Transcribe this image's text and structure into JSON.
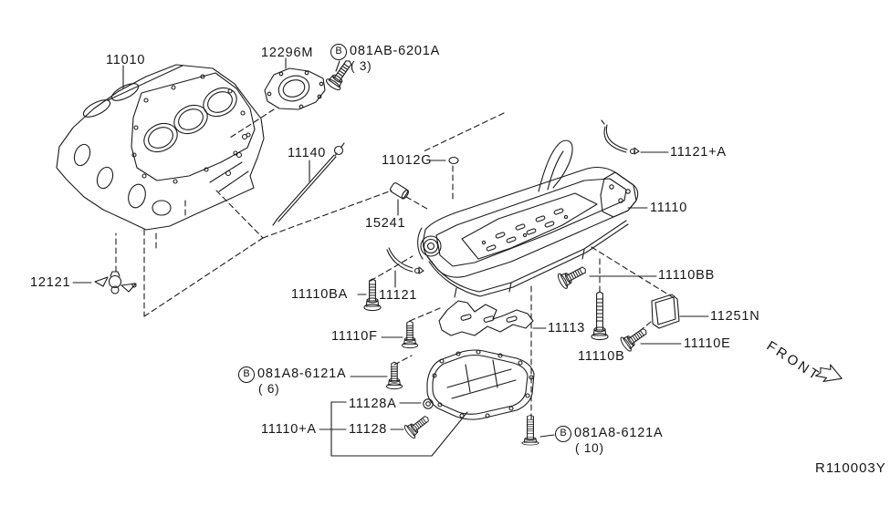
{
  "diagram": {
    "ref_code": "R110003Y",
    "front_label": "FRONT",
    "b_symbol": "B",
    "parts": {
      "cylinder_block": "11010",
      "seal_retainer": "12296M",
      "bolt_081ab6201a": "081AB-6201A",
      "bolt_081ab6201a_qty": "( 3)",
      "oil_level_gauge": "11140",
      "plug_11012g": "11012G",
      "connector_15241": "15241",
      "gauge_guide_a": "11121+A",
      "oil_pan_upper": "11110",
      "oil_jet_12121": "12121",
      "bolt_11110ba": "11110BA",
      "gauge_guide": "11121",
      "bolt_11110f": "11110F",
      "bolt_081a86121a": "081A8-6121A",
      "bolt_081a86121a_qty6": "( 6)",
      "bolt_081a86121a_qty10": "( 10)",
      "washer_11128a": "11128A",
      "drain_plug_11128": "11128",
      "oil_pan_lower": "11110+A",
      "baffle_plate": "11113",
      "bolt_11110b": "11110B",
      "bolt_11110bb": "11110BB",
      "cover_11251n": "11251N",
      "bolt_11110e": "11110E"
    }
  }
}
